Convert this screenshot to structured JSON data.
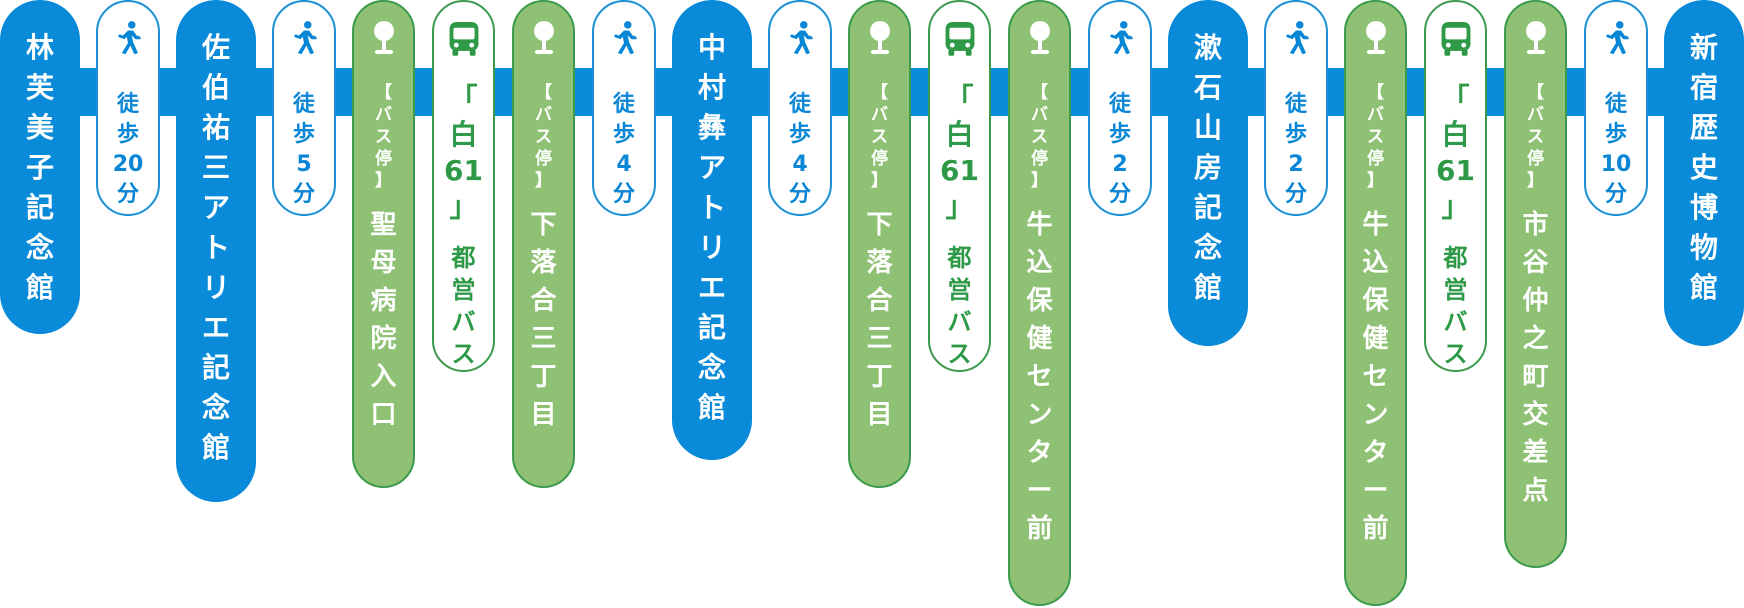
{
  "colors": {
    "line_blue": "#0a8bd9",
    "place_blue": "#0a8bd9",
    "walk_text_blue": "#0a86d6",
    "stop_green_fill": "#8ec174",
    "stop_green_border": "#3b9a4c",
    "bus_green": "#2e9a48"
  },
  "route": [
    {
      "type": "place",
      "name": "林芙美子記念館",
      "chars": [
        "林",
        "芙",
        "美",
        "子",
        "記",
        "念",
        "館"
      ]
    },
    {
      "type": "walk",
      "icon": "walking-person-icon",
      "label": "徒歩20分",
      "chars": [
        "徒",
        "歩",
        "20",
        "分"
      ]
    },
    {
      "type": "place",
      "name": "佐伯祐三アトリエ記念館",
      "chars": [
        "佐",
        "伯",
        "祐",
        "三",
        "ア",
        "ト",
        "リ",
        "エ",
        "記",
        "念",
        "館"
      ]
    },
    {
      "type": "walk",
      "icon": "walking-person-icon",
      "label": "徒歩5分",
      "chars": [
        "徒",
        "歩",
        "5",
        "分"
      ]
    },
    {
      "type": "bus_stop",
      "icon": "bus-stop-icon",
      "prefix": "【バス停】",
      "prefix_chars": [
        "【",
        "バ",
        "ス",
        "停",
        "】"
      ],
      "name": "聖母病院入口",
      "chars": [
        "聖",
        "母",
        "病",
        "院",
        "入",
        "口"
      ]
    },
    {
      "type": "bus",
      "icon": "bus-icon",
      "route": "「白61」",
      "route_chars": [
        "「",
        "白",
        "61",
        "」"
      ],
      "operator": "都営バス",
      "chars": [
        "都",
        "営",
        "バ",
        "ス"
      ]
    },
    {
      "type": "bus_stop",
      "icon": "bus-stop-icon",
      "prefix": "【バス停】",
      "prefix_chars": [
        "【",
        "バ",
        "ス",
        "停",
        "】"
      ],
      "name": "下落合三丁目",
      "chars": [
        "下",
        "落",
        "合",
        "三",
        "丁",
        "目"
      ]
    },
    {
      "type": "walk",
      "icon": "walking-person-icon",
      "label": "徒歩4分",
      "chars": [
        "徒",
        "歩",
        "4",
        "分"
      ]
    },
    {
      "type": "place",
      "name": "中村彝アトリエ記念館",
      "chars": [
        "中",
        "村",
        "彝",
        "ア",
        "ト",
        "リ",
        "エ",
        "記",
        "念",
        "館"
      ]
    },
    {
      "type": "walk",
      "icon": "walking-person-icon",
      "label": "徒歩4分",
      "chars": [
        "徒",
        "歩",
        "4",
        "分"
      ]
    },
    {
      "type": "bus_stop",
      "icon": "bus-stop-icon",
      "prefix": "【バス停】",
      "prefix_chars": [
        "【",
        "バ",
        "ス",
        "停",
        "】"
      ],
      "name": "下落合三丁目",
      "chars": [
        "下",
        "落",
        "合",
        "三",
        "丁",
        "目"
      ]
    },
    {
      "type": "bus",
      "icon": "bus-icon",
      "route": "「白61」",
      "route_chars": [
        "「",
        "白",
        "61",
        "」"
      ],
      "operator": "都営バス",
      "chars": [
        "都",
        "営",
        "バ",
        "ス"
      ]
    },
    {
      "type": "bus_stop",
      "icon": "bus-stop-icon",
      "prefix": "【バス停】",
      "prefix_chars": [
        "【",
        "バ",
        "ス",
        "停",
        "】"
      ],
      "name": "牛込保健センター前",
      "chars": [
        "牛",
        "込",
        "保",
        "健",
        "セ",
        "ン",
        "タ",
        "ー",
        "前"
      ]
    },
    {
      "type": "walk",
      "icon": "walking-person-icon",
      "label": "徒歩2分",
      "chars": [
        "徒",
        "歩",
        "2",
        "分"
      ]
    },
    {
      "type": "place",
      "name": "漱石山房記念館",
      "chars": [
        "漱",
        "石",
        "山",
        "房",
        "記",
        "念",
        "館"
      ]
    },
    {
      "type": "walk",
      "icon": "walking-person-icon",
      "label": "徒歩2分",
      "chars": [
        "徒",
        "歩",
        "2",
        "分"
      ]
    },
    {
      "type": "bus_stop",
      "icon": "bus-stop-icon",
      "prefix": "【バス停】",
      "prefix_chars": [
        "【",
        "バ",
        "ス",
        "停",
        "】"
      ],
      "name": "牛込保健センター前",
      "chars": [
        "牛",
        "込",
        "保",
        "健",
        "セ",
        "ン",
        "タ",
        "ー",
        "前"
      ]
    },
    {
      "type": "bus",
      "icon": "bus-icon",
      "route": "「白61」",
      "route_chars": [
        "「",
        "白",
        "61",
        "」"
      ],
      "operator": "都営バス",
      "chars": [
        "都",
        "営",
        "バ",
        "ス"
      ]
    },
    {
      "type": "bus_stop",
      "icon": "bus-stop-icon",
      "prefix": "【バス停】",
      "prefix_chars": [
        "【",
        "バ",
        "ス",
        "停",
        "】"
      ],
      "name": "市谷仲之町交差点",
      "chars": [
        "市",
        "谷",
        "仲",
        "之",
        "町",
        "交",
        "差",
        "点"
      ]
    },
    {
      "type": "walk",
      "icon": "walking-person-icon",
      "label": "徒歩10分",
      "chars": [
        "徒",
        "歩",
        "10",
        "分"
      ]
    },
    {
      "type": "place",
      "name": "新宿歴史博物館",
      "chars": [
        "新",
        "宿",
        "歴",
        "史",
        "博",
        "物",
        "館"
      ]
    }
  ]
}
